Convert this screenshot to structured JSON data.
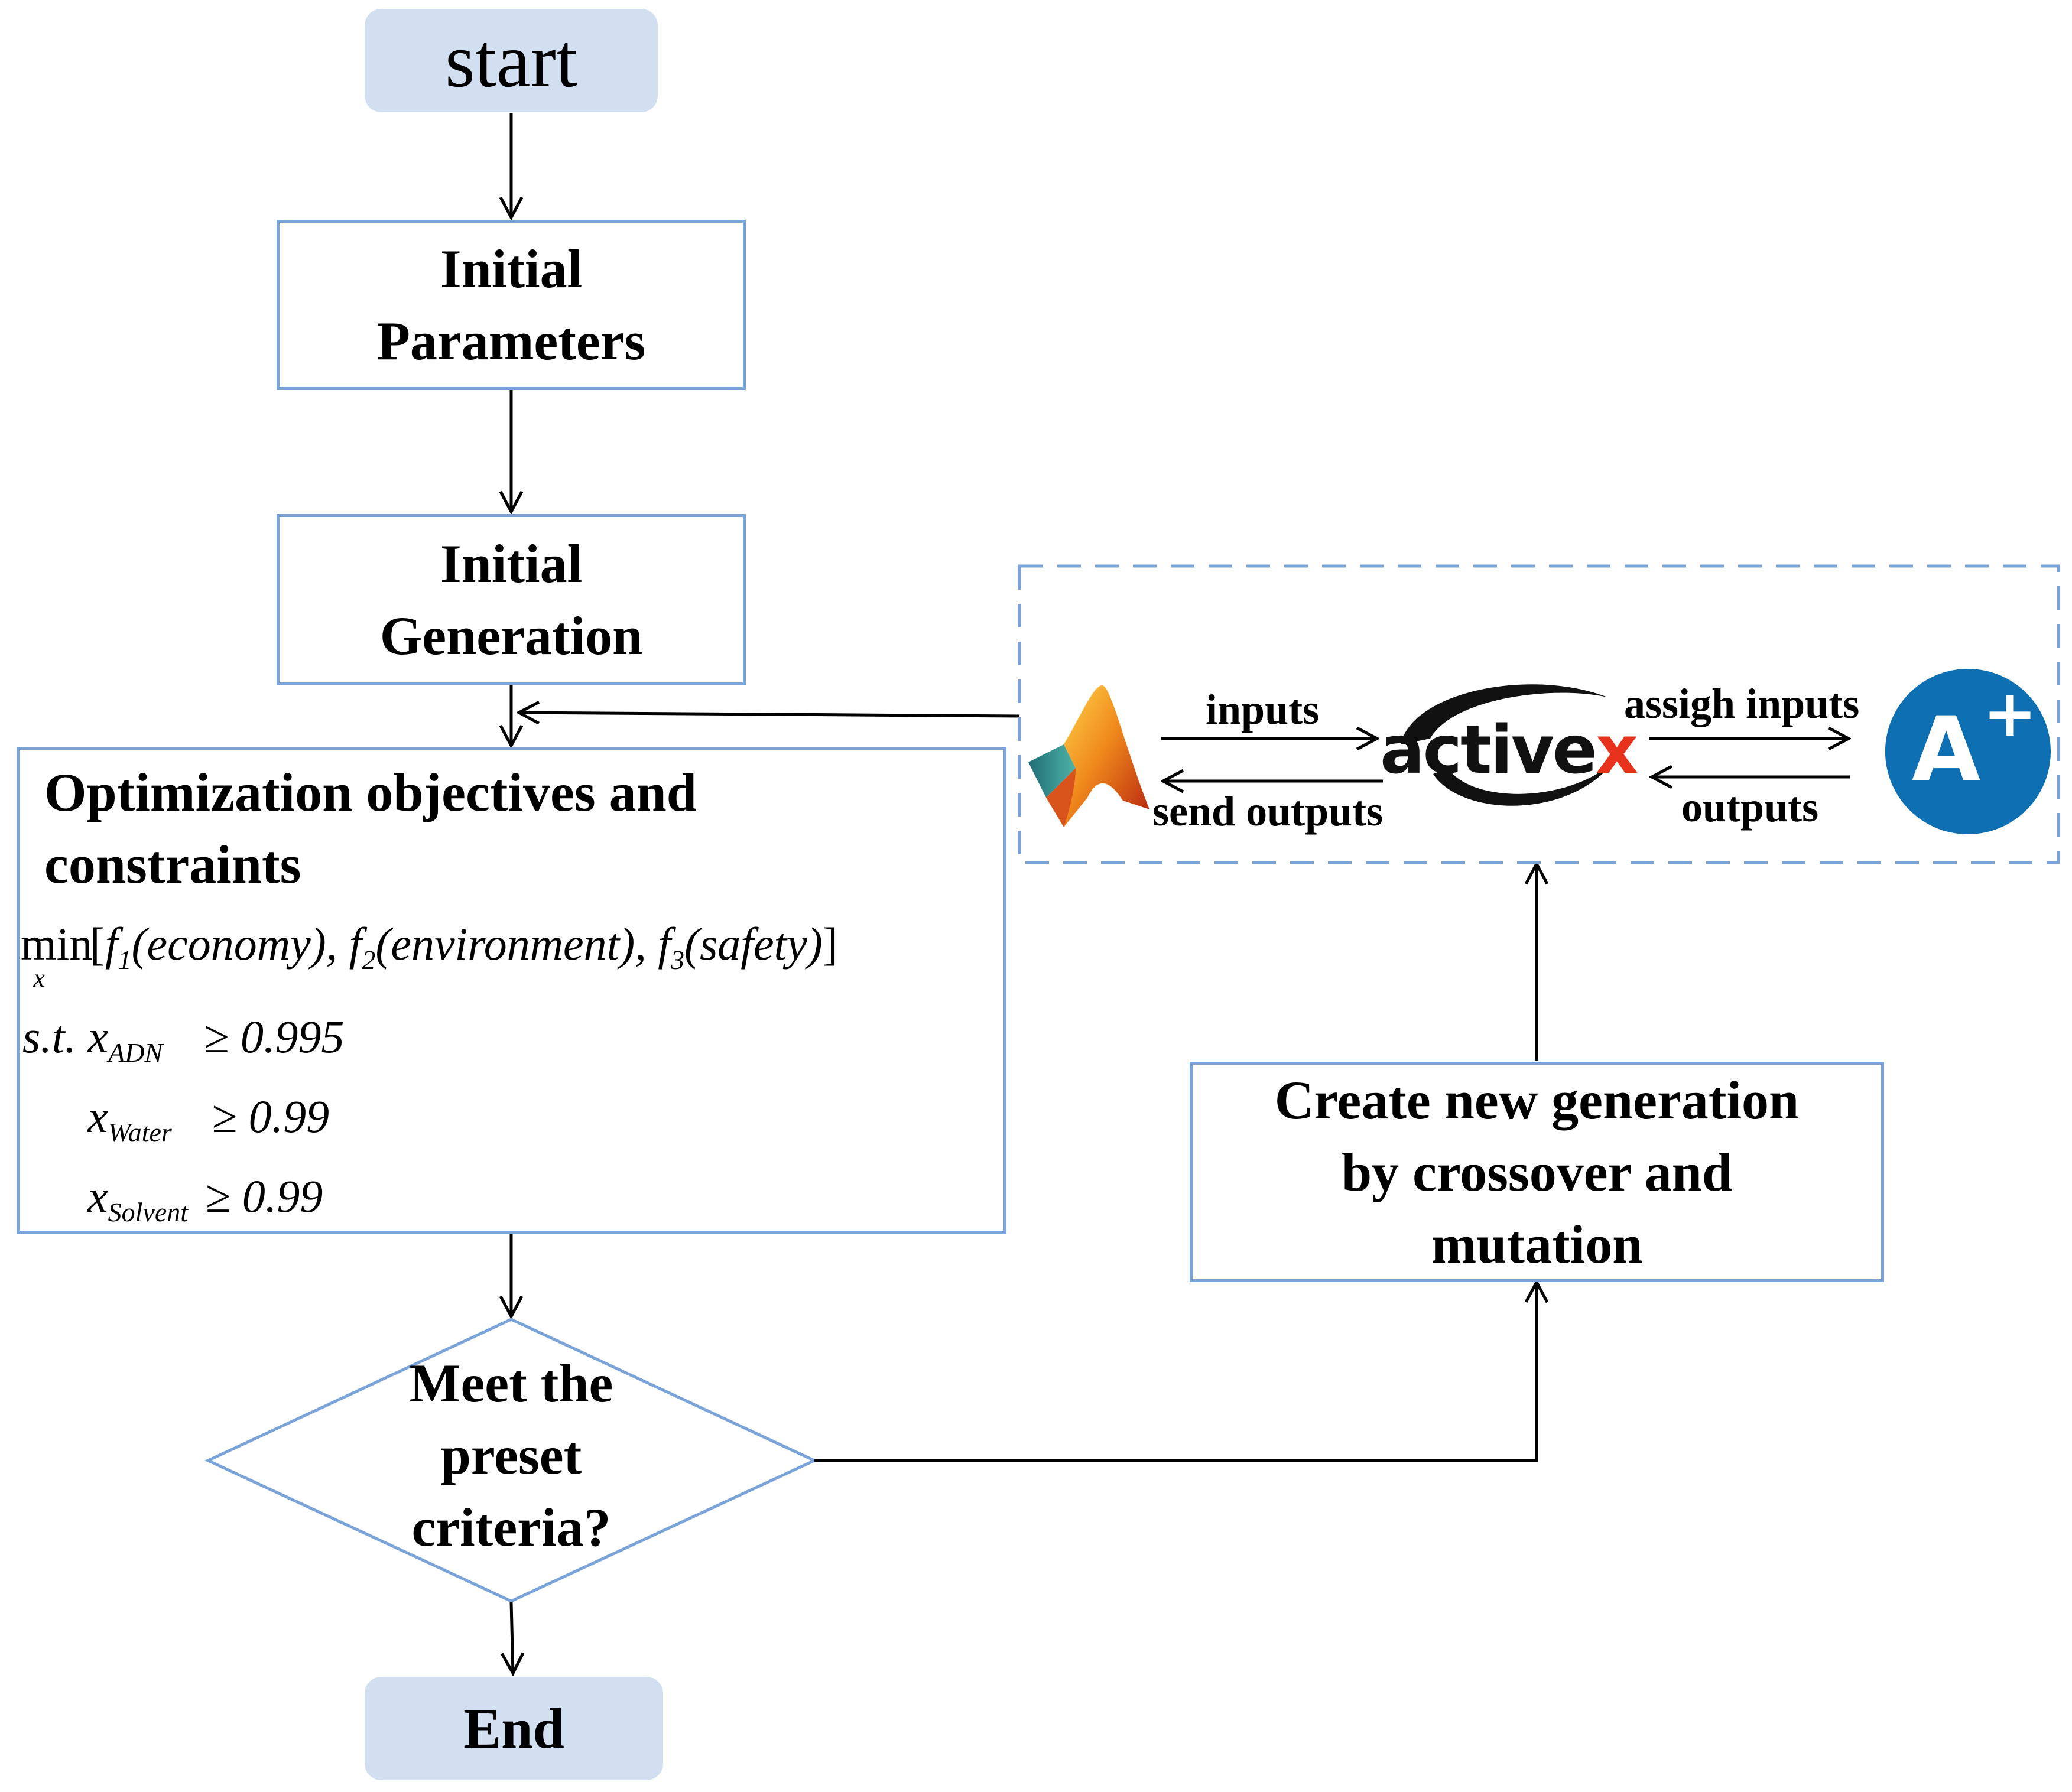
{
  "nodes": {
    "start": "start",
    "initial_parameters": [
      "Initial",
      "Parameters"
    ],
    "initial_generation": [
      "Initial",
      "Generation"
    ],
    "optimization_title": [
      "Optimization objectives and",
      "constraints"
    ],
    "decision": [
      "Meet the",
      "preset",
      "criteria?"
    ],
    "create_generation": [
      "Create new generation",
      "by crossover and",
      "mutation"
    ],
    "end": "End"
  },
  "formulas": {
    "objective": {
      "min": "min",
      "min_sub": "x",
      "open": "[",
      "f1": "f",
      "f1_sub": "1",
      "f1_arg": "(economy),",
      "f2": "f",
      "f2_sub": "2",
      "f2_arg": "(environment),",
      "f3": "f",
      "f3_sub": "3",
      "f3_arg": "(safety)",
      "close": "]"
    },
    "constraints": [
      {
        "prefix": "s.t. x",
        "sub": "ADN",
        "rel": "≥ 0.995"
      },
      {
        "prefix": "x",
        "sub": "Water",
        "rel": "≥ 0.99"
      },
      {
        "prefix": "x",
        "sub": "Solvent",
        "rel": "≥ 0.99"
      }
    ]
  },
  "interface": {
    "inputs": "inputs",
    "send_outputs": "send outputs",
    "assign_inputs": "assigh inputs",
    "outputs": "outputs",
    "activex_logo": {
      "text_main": "active",
      "text_accent": "x"
    },
    "aspen_logo": {
      "text": "A",
      "plus": "+"
    }
  },
  "icons": [
    "matlab-logo-icon",
    "activex-logo-icon",
    "aspen-plus-logo-icon"
  ],
  "colors": {
    "box_border": "#7aa3da",
    "terminal_fill": "#d2dff1",
    "activex_accent": "#e8331c",
    "aspen_blue": "#0f6fb3"
  }
}
